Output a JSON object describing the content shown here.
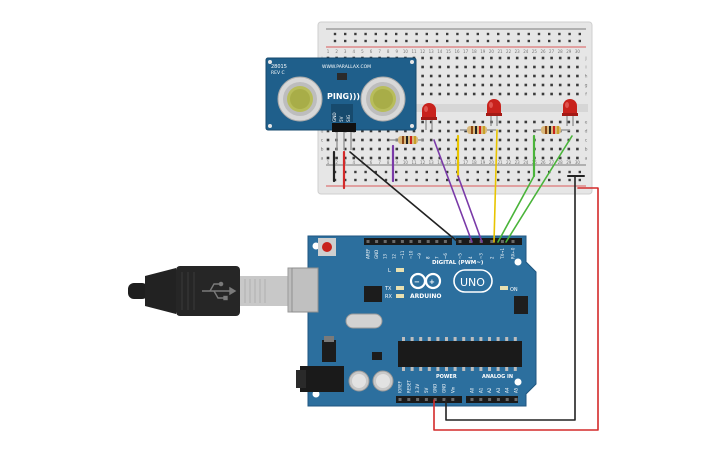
{
  "ping_sensor": {
    "part_number": "28015",
    "revision": "REV C",
    "website": "WWW.PARALLAX.COM",
    "model": "PING)))",
    "pins": [
      "GND",
      "5V",
      "SIG"
    ]
  },
  "arduino": {
    "brand": "ARDUINO",
    "model": "UNO",
    "digital_header_label": "DIGITAL (PWM~)",
    "power_label": "POWER",
    "analog_label": "ANALOG IN",
    "on_label": "ON",
    "l_label": "L",
    "tx_label": "TX",
    "rx_label": "RX",
    "digital_pins": [
      "AREF",
      "GND",
      "13",
      "12",
      "~11",
      "~10",
      "~9",
      "8",
      "7",
      "~6",
      "~5",
      "4",
      "~3",
      "2",
      "TX→1",
      "RX←0"
    ],
    "power_pins": [
      "IOREF",
      "RESET",
      "3.3V",
      "5V",
      "GND",
      "GND",
      "Vin"
    ],
    "analog_pins": [
      "A0",
      "A1",
      "A2",
      "A3",
      "A4",
      "A5"
    ]
  },
  "breadboard": {
    "row_letters_top": [
      "j",
      "i",
      "h",
      "g",
      "f"
    ],
    "row_letters_bottom": [
      "e",
      "d",
      "c",
      "b",
      "a"
    ],
    "column_numbers": [
      "1",
      "2",
      "3",
      "4",
      "5",
      "6",
      "7",
      "8",
      "9",
      "10",
      "11",
      "12",
      "13",
      "14",
      "15",
      "16",
      "17",
      "18",
      "19",
      "20",
      "21",
      "22",
      "23",
      "24",
      "25",
      "26",
      "27",
      "28",
      "29",
      "30"
    ]
  },
  "colors": {
    "board_blue": "#2c6f9e",
    "sensor_blue": "#1f5f8b",
    "wire_black": "#222222",
    "wire_red": "#d42a2a",
    "wire_purple": "#7a3aa8",
    "wire_yellow": "#e8c400",
    "wire_green": "#4ab43a",
    "led_red": "#c8221c"
  }
}
